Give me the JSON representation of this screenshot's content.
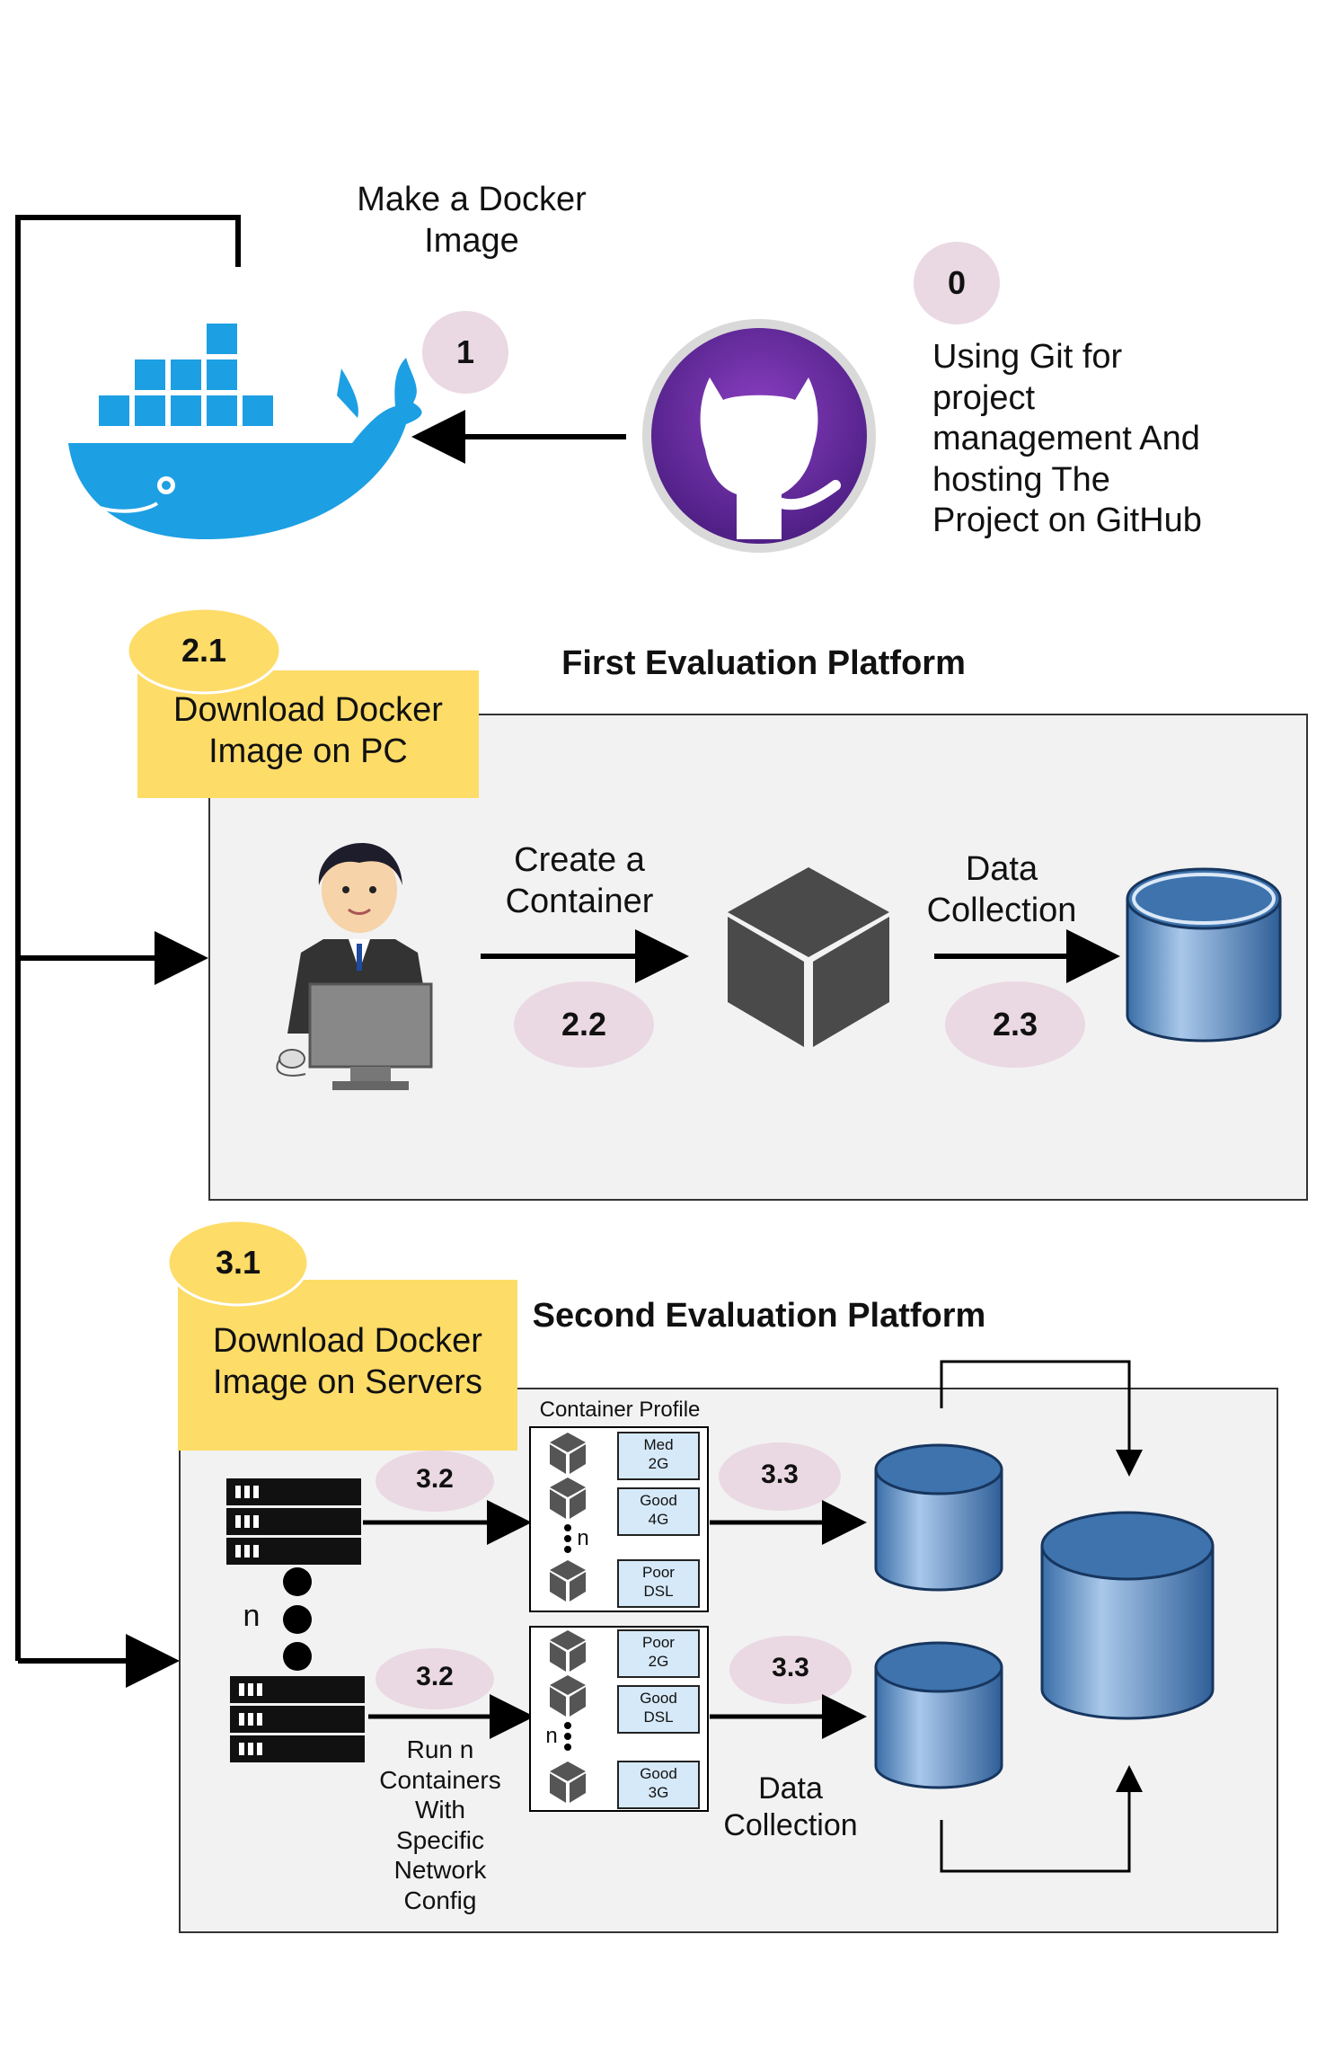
{
  "steps": {
    "s0": "0",
    "s1": "1",
    "s21": "2.1",
    "s22": "2.2",
    "s23": "2.3",
    "s31": "3.1",
    "s32a": "3.2",
    "s32b": "3.2",
    "s33a": "3.3",
    "s33b": "3.3"
  },
  "labels": {
    "make_image": "Make a Docker\nImage",
    "git_note": "Using Git for\nproject\nmanagement And\nhosting The\nProject on GitHub",
    "first_platform": "First Evaluation Platform",
    "download_pc": "Download Docker\nImage on PC",
    "create_container": "Create a\nContainer",
    "data_collection_1": "Data\nCollection",
    "second_platform": "Second Evaluation Platform",
    "download_servers": "Download Docker\nImage on Servers",
    "container_profile": "Container Profile",
    "n_servers": "n",
    "n_top": "n",
    "n_bottom": "n",
    "run_containers": "Run n\nContainers\nWith\nSpecific\nNetwork\nConfig",
    "data_collection_2": "Data\nCollection"
  },
  "profiles_top": [
    {
      "line1": "Med",
      "line2": "2G"
    },
    {
      "line1": "Good",
      "line2": "4G"
    },
    {
      "line1": "Poor",
      "line2": "DSL"
    }
  ],
  "profiles_bottom": [
    {
      "line1": "Poor",
      "line2": "2G"
    },
    {
      "line1": "Good",
      "line2": "DSL"
    },
    {
      "line1": "Good",
      "line2": "3G"
    }
  ],
  "icons": [
    "docker-whale-icon",
    "github-icon",
    "user-at-computer-icon",
    "container-cube-icon",
    "database-icon",
    "server-rack-icon"
  ],
  "colors": {
    "docker_blue": "#1d9fe3",
    "github_purple": "#6a2da0",
    "step_pink": "#ead9e2",
    "step_yellow": "#fddc68",
    "label_yellow": "#fddc68",
    "panel_gray": "#f2f2f2",
    "db_blue": "#3e73ad",
    "profile_blue": "#d6e9f8"
  }
}
